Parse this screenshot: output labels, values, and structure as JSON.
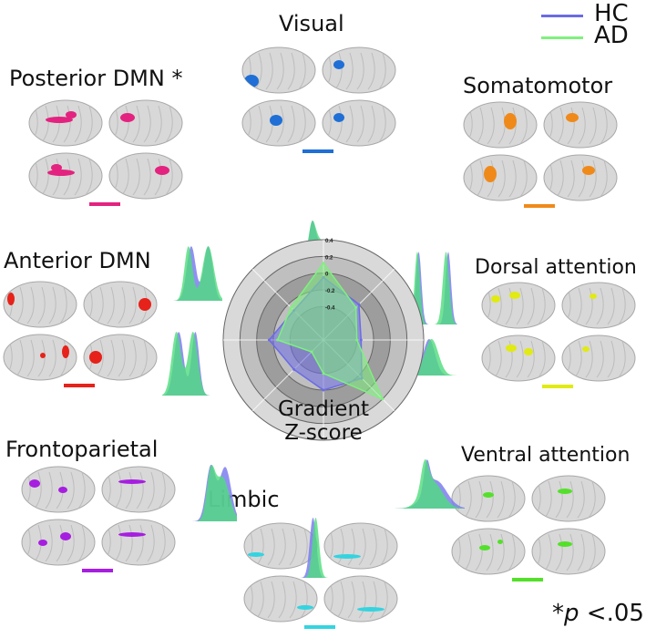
{
  "legend": {
    "hc": {
      "label": "HC",
      "color": "#6b6be6"
    },
    "ad": {
      "label": "AD",
      "color": "#7ff07f"
    }
  },
  "center_label": {
    "line1": "Gradient",
    "line2": "Z-score"
  },
  "footnote": {
    "star": "*",
    "p": "p",
    "rest": " <.05"
  },
  "networks": [
    {
      "key": "visual",
      "label": "Visual",
      "color": "#1f6fd6"
    },
    {
      "key": "somatomotor",
      "label": "Somatomotor",
      "color": "#ef8a1a"
    },
    {
      "key": "dorsal",
      "label": "Dorsal attention",
      "color": "#e1ea12"
    },
    {
      "key": "ventral",
      "label": "Ventral attention",
      "color": "#54e02a"
    },
    {
      "key": "limbic",
      "label": "Limbic",
      "color": "#33d4e0"
    },
    {
      "key": "frontoparietal",
      "label": "Frontoparietal",
      "color": "#a61ee0"
    },
    {
      "key": "anterior",
      "label": "Anterior DMN",
      "color": "#e6221a"
    },
    {
      "key": "posterior",
      "label": "Posterior DMN *",
      "color": "#e3237f"
    }
  ],
  "chart_data": {
    "type": "radar",
    "r_ticks": [
      0.4,
      0.2,
      0,
      -0.2,
      -0.4
    ],
    "r_range": [
      -0.8,
      0.4
    ],
    "series": [
      {
        "name": "HC",
        "color": "#6b6be6",
        "values": [
          -0.05,
          -0.2,
          -0.35,
          -0.15,
          -0.2,
          -0.3,
          -0.15,
          -0.3
        ]
      },
      {
        "name": "AD",
        "color": "#7ff07f",
        "values": [
          0.12,
          -0.25,
          -0.4,
          0.2,
          -0.4,
          -0.6,
          -0.25,
          -0.25
        ]
      }
    ]
  }
}
